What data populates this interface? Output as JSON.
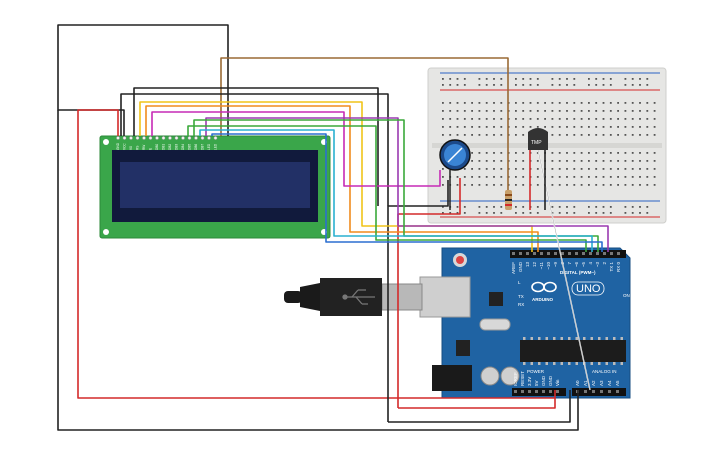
{
  "board": {
    "logo": "UNO",
    "brand": "ARDUINO",
    "digital_label": "DIGITAL (PWM~)",
    "analog_label": "ANALOG IN",
    "power_label": "POWER",
    "on_label": "ON",
    "tx_label": "TX",
    "rx_label": "RX",
    "l_label": "L",
    "digital_pins": [
      "AREF",
      "GND",
      "13",
      "12",
      "~11",
      "~10",
      "~9",
      "8",
      "7",
      "~6",
      "~5",
      "4",
      "~3",
      "2",
      "TX 1",
      "RX 0"
    ],
    "power_pins": [
      "IOREF",
      "RESET",
      "3.3V",
      "5V",
      "GND",
      "GND",
      "Vin"
    ],
    "analog_pins": [
      "A0",
      "A1",
      "A2",
      "A3",
      "A4",
      "A5"
    ]
  },
  "lcd": {
    "pin_labels": [
      "GND",
      "VCC",
      "V0",
      "RS",
      "RW",
      "E",
      "DB0",
      "DB1",
      "DB2",
      "DB3",
      "DB4",
      "DB5",
      "DB6",
      "DB7",
      "LED",
      "LED"
    ]
  },
  "sensor": {
    "label": "TMP"
  },
  "colors": {
    "board": "#1f63a3",
    "lcd_pcb": "#3aa64a",
    "lcd_screen": "#1e2a5e",
    "breadboard": "#e8e8e6",
    "wire_black": "#222222",
    "wire_red": "#d42a2a",
    "wire_brown": "#9a6a35",
    "wire_yellow": "#f0c419",
    "wire_orange": "#f08c1e",
    "wire_purple": "#9a3ab0",
    "wire_magenta": "#c62ab5",
    "wire_green": "#3aa93a",
    "wire_cyan": "#2ab0d0",
    "wire_blue": "#2c6fd0",
    "wire_white": "#ffffff"
  }
}
